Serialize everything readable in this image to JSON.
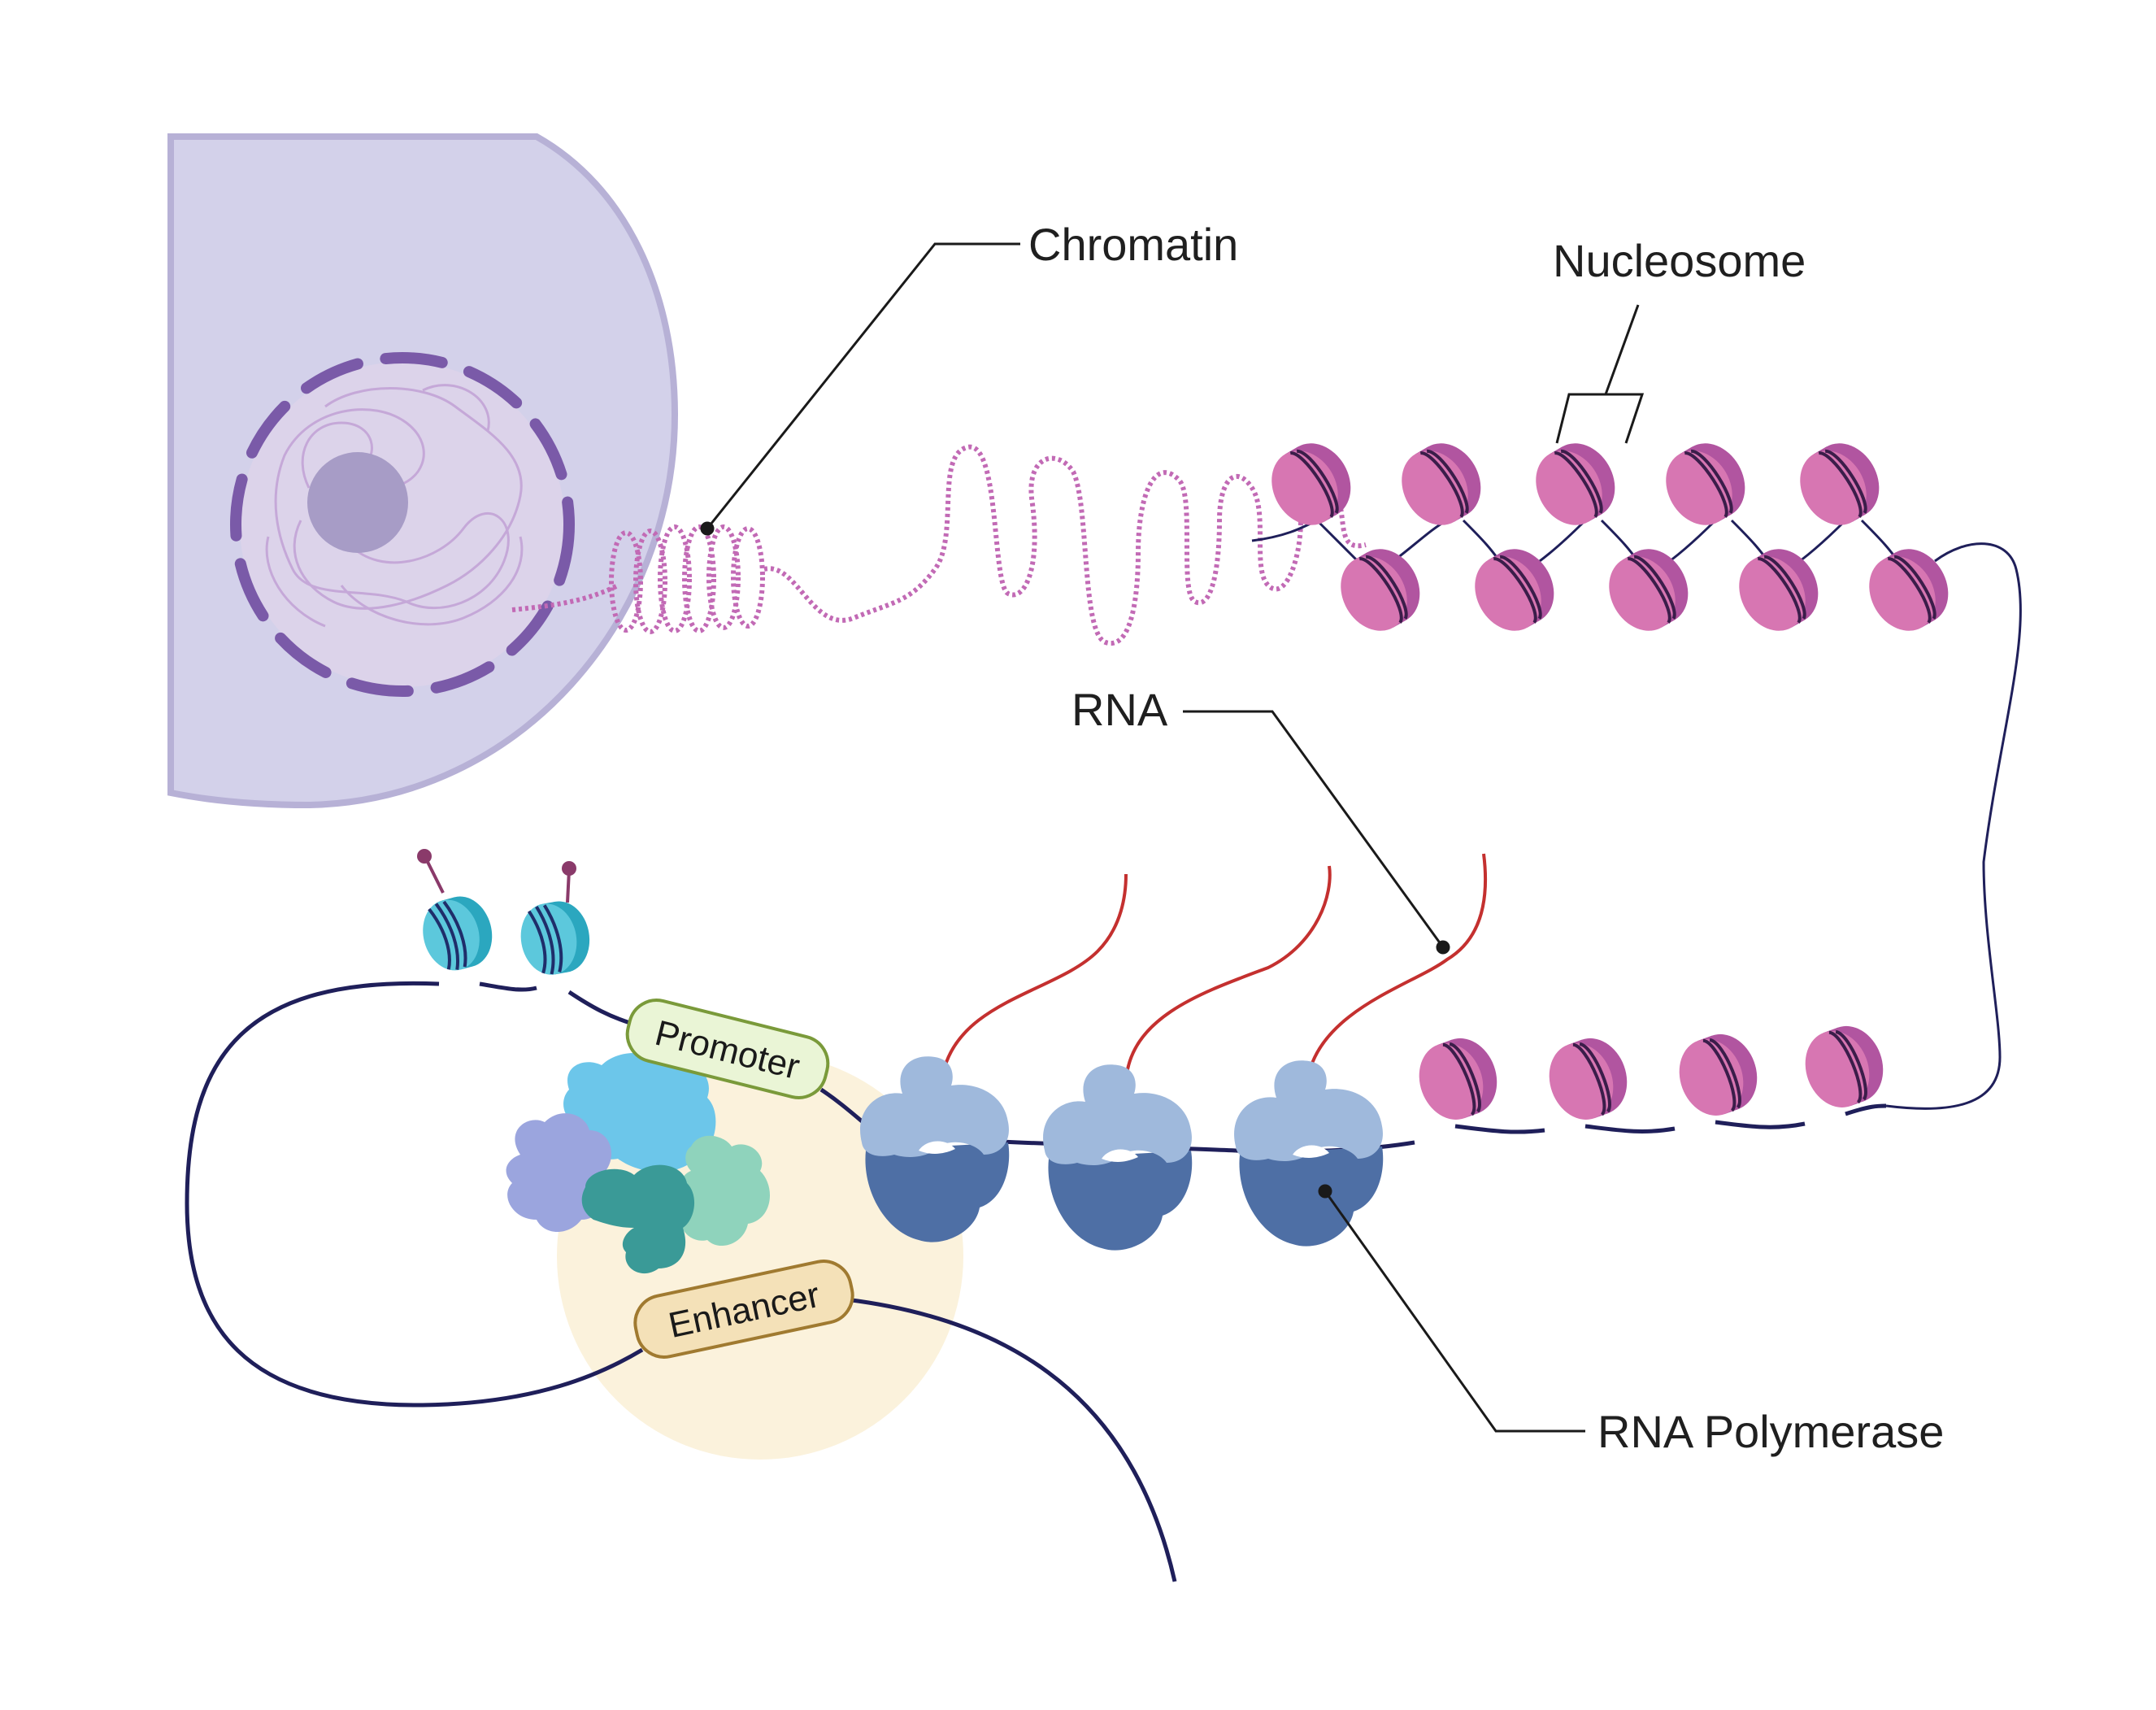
{
  "labels": {
    "chromatin": "Chromatin",
    "nucleosome": "Nucleosome",
    "rna": "RNA",
    "rna_polymerase": "RNA Polymerase",
    "promoter": "Promoter",
    "enhancer": "Enhancer"
  },
  "colors": {
    "cell": "#d3d1ea",
    "cell_border": "#b7b1d6",
    "nucleus_border": "#7a5aa8",
    "nucleolus": "#a79cc6",
    "chromatin": "#c26ab5",
    "nucleosome": "#d776b2",
    "nucleosome_side": "#b155a0",
    "histone_teal": "#4fc3d6",
    "dna_line": "#1f1f5a",
    "rna": "#c4302f",
    "pol_light": "#9fb9dc",
    "pol_dark": "#4e6fa5",
    "promoter_fill": "#eaf5d6",
    "promoter_border": "#7a9a3a",
    "enhancer_fill": "#f4e1b8",
    "enhancer_border": "#a07a30",
    "enhancer_glow": "#fbf2dc"
  }
}
